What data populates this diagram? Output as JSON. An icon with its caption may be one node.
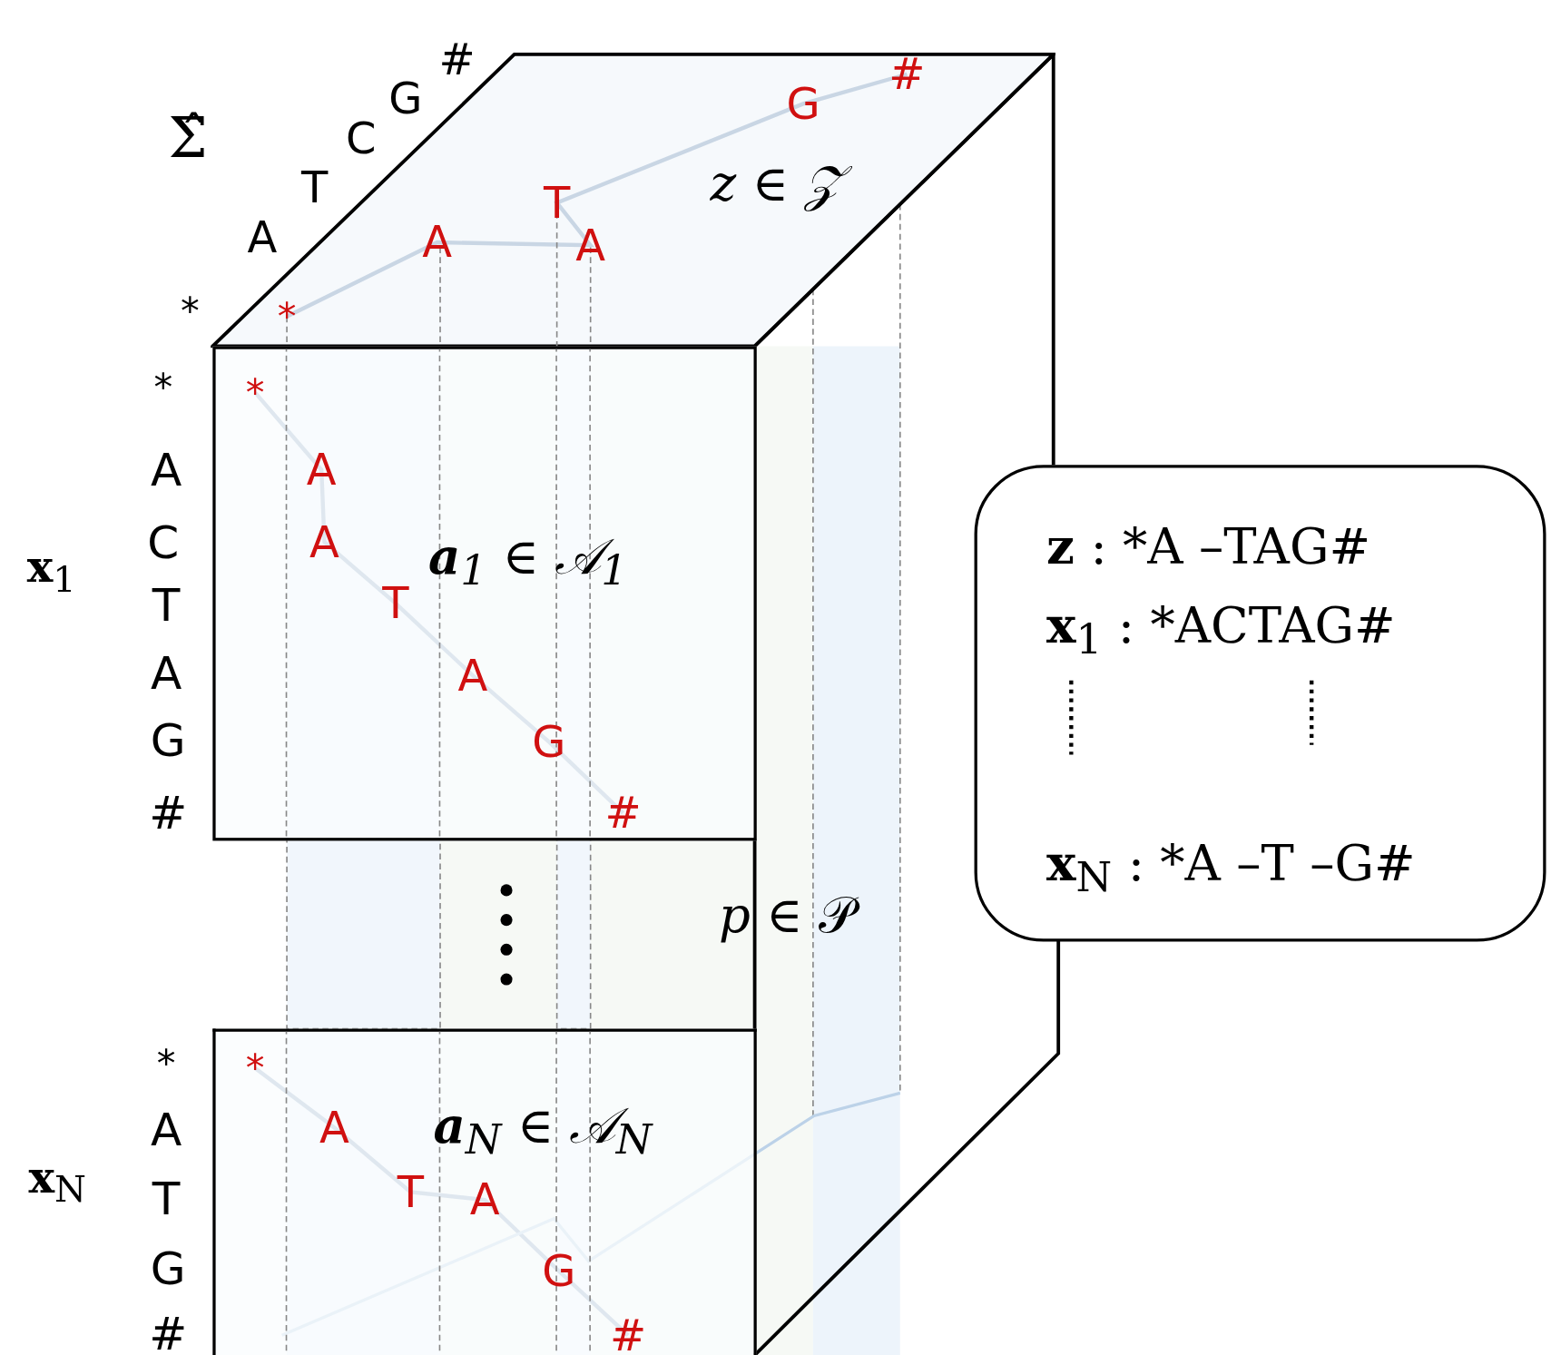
{
  "diagram": {
    "nodes": [
      {
        "text": [
          "*z* ∈ 𝒵"
        ]
      },
      {
        "text": [
          "**a**$_{1}$ ∈ 𝒜$_{1}$"
        ]
      },
      {
        "text": [
          "**a**$_{N}$ ∈ 𝒜$_{N}$"
        ]
      },
      {
        "text": [
          "**z** : *A –TAG#",
          "**x**$_{1}$ : *ACTAG#",
          "**x**$_{N}$ : *A –T –G#"
        ]
      }
    ],
    "labels": [
      "Σ̂",
      "#",
      "G",
      "C",
      "T",
      "A",
      "*",
      "#",
      "G",
      "T",
      "A",
      "A",
      "*",
      "*",
      "A",
      "C",
      "T",
      "A",
      "G",
      "#",
      "**x**$_{1}$",
      "*",
      "A",
      "A",
      "T",
      "A",
      "G",
      "#",
      "*p* ∈ 𝒫",
      "*",
      "A",
      "T",
      "G",
      "#",
      "**x**$_{N}$",
      "*",
      "A",
      "T",
      "A",
      "G",
      "#"
    ]
  }
}
